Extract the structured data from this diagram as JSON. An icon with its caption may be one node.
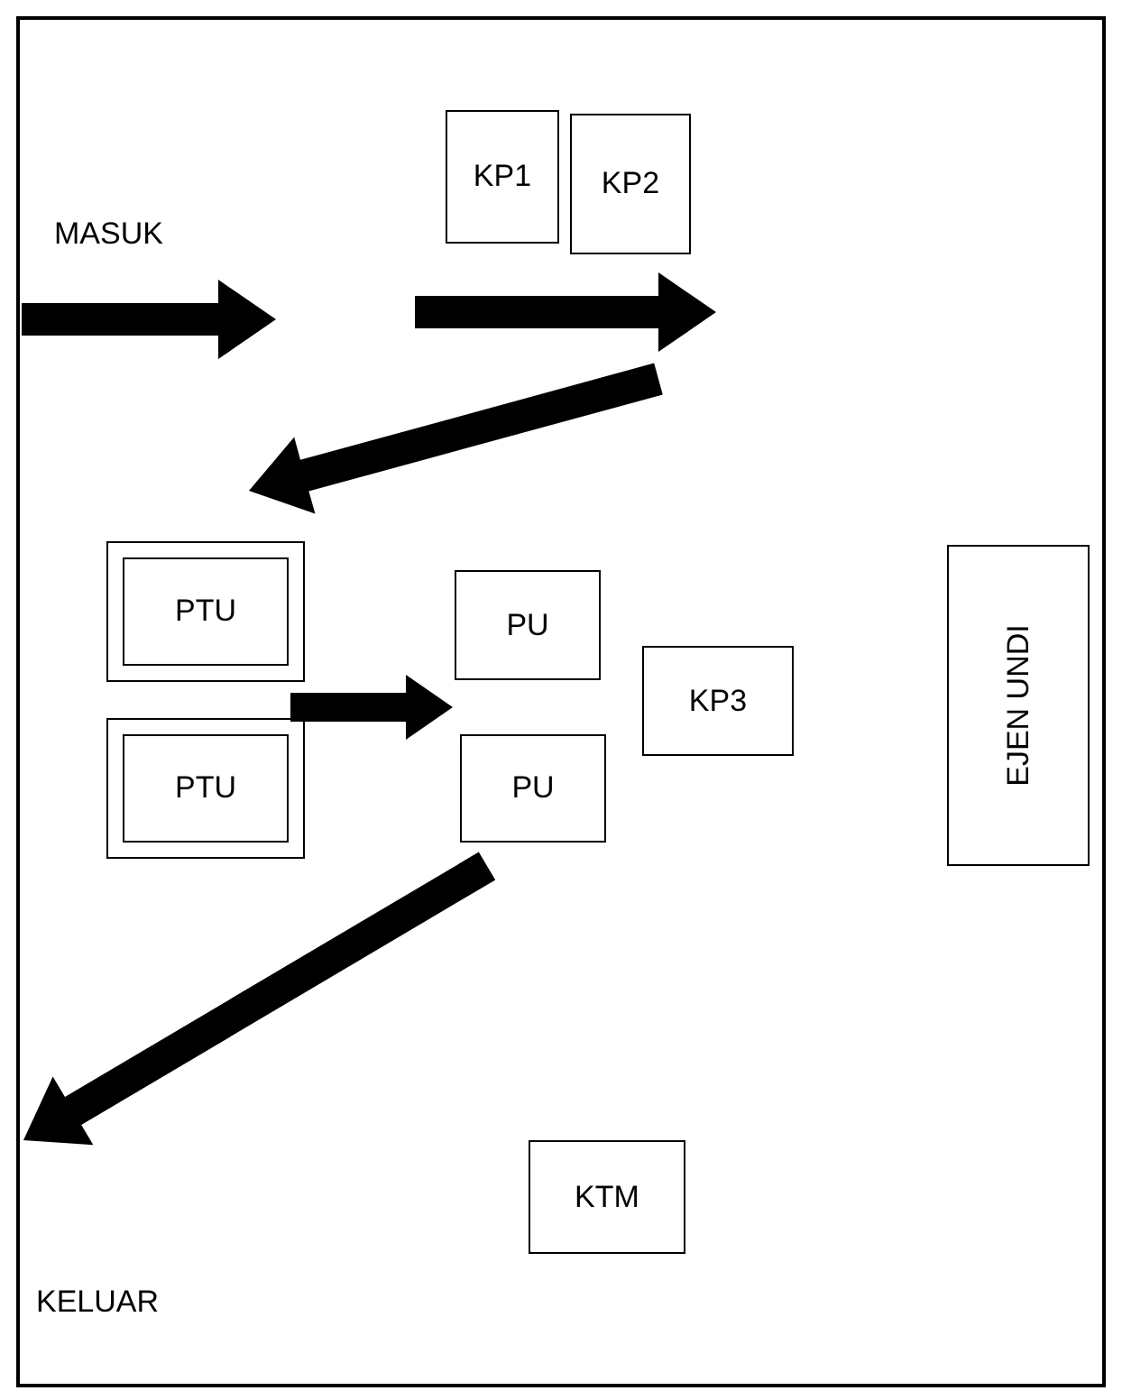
{
  "diagram": {
    "nodes": [
      {
        "text": [
          "KP1"
        ]
      },
      {
        "text": [
          "KP2"
        ]
      },
      {
        "text": [
          "PTU"
        ]
      },
      {
        "text": [
          "PTU"
        ]
      },
      {
        "text": [
          "PU"
        ]
      },
      {
        "text": [
          "PU"
        ]
      },
      {
        "text": [
          "KP3"
        ]
      },
      {
        "text": [
          "EJEN UNDI"
        ]
      },
      {
        "text": [
          "KTM"
        ]
      }
    ],
    "edges": [
      {
        "from": 3,
        "to": 4,
        "arrow": "to"
      }
    ],
    "labels": [
      "MASUK",
      "KELUAR"
    ]
  }
}
